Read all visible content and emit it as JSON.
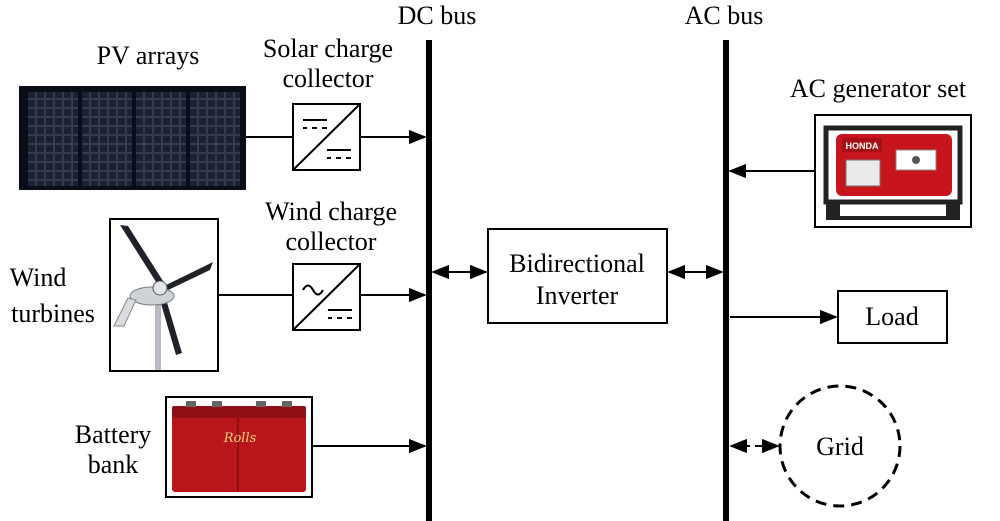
{
  "buses": {
    "dc": "DC bus",
    "ac": "AC bus"
  },
  "components": {
    "pv": {
      "label": "PV arrays"
    },
    "solar_controller": {
      "line1": "Solar charge",
      "line2": "collector"
    },
    "wind": {
      "line1": "Wind",
      "line2": "turbines"
    },
    "wind_controller": {
      "line1": "Wind charge",
      "line2": "collector"
    },
    "battery": {
      "line1": "Battery",
      "line2": "bank",
      "brand": "Rolls"
    },
    "inverter": {
      "line1": "Bidirectional",
      "line2": "Inverter"
    },
    "generator": {
      "label": "AC generator set",
      "brand": "HONDA"
    },
    "load": {
      "label": "Load"
    },
    "grid": {
      "label": "Grid"
    }
  },
  "colors": {
    "generator_red": "#c8141c",
    "battery_red": "#b8161b",
    "pv_cell": "#111827"
  },
  "icons": {
    "solar_controller": "dc-dc-converter-icon",
    "wind_controller": "ac-dc-converter-icon"
  }
}
